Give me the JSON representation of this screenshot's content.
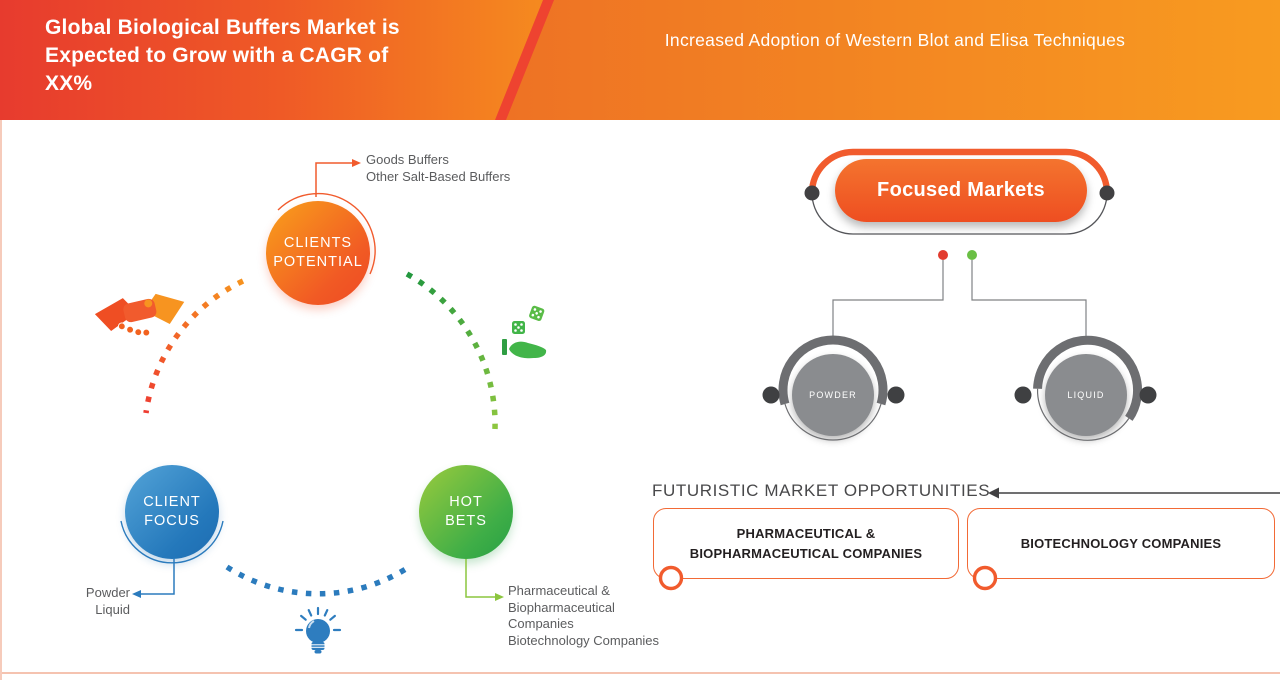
{
  "header": {
    "title": "Global Biological Buffers Market is\nExpected to Grow with a CAGR of\nXX%",
    "subtitle": "Increased Adoption of Western Blot and Elisa Techniques"
  },
  "cycle": {
    "nodes": [
      {
        "label": "CLIENTS\nPOTENTIAL",
        "callout": "Goods Buffers\nOther Salt-Based Buffers"
      },
      {
        "label": "CLIENT\nFOCUS",
        "callout": "Powder\nLiquid"
      },
      {
        "label": "HOT\nBETS",
        "callout": "Pharmaceutical &\nBiopharmaceutical\nCompanies\nBiotechnology Companies"
      }
    ],
    "icons": [
      "handshake-icon",
      "dice-hand-icon",
      "lightbulb-icon"
    ]
  },
  "focused_markets": {
    "title": "Focused Markets",
    "children": [
      {
        "label": "POWDER"
      },
      {
        "label": "LIQUID"
      }
    ]
  },
  "opportunities": {
    "heading": "FUTURISTIC MARKET OPPORTUNITIES",
    "boxes": [
      {
        "label": "PHARMACEUTICAL &\nBIOPHARMACEUTICAL COMPANIES"
      },
      {
        "label": "BIOTECHNOLOGY COMPANIES"
      }
    ]
  },
  "colors": {
    "header_red": "#e73b2e",
    "header_orange": "#f5891f",
    "accent_orange": "#f15b2d",
    "accent_blue": "#2b7bbd",
    "accent_green": "#39b54a",
    "gray_node": "#8a8c8f",
    "dark_dot": "#414042",
    "text_gray": "#5b5c5e",
    "red_dot": "#e23b2e",
    "green_dot": "#6abf45"
  }
}
